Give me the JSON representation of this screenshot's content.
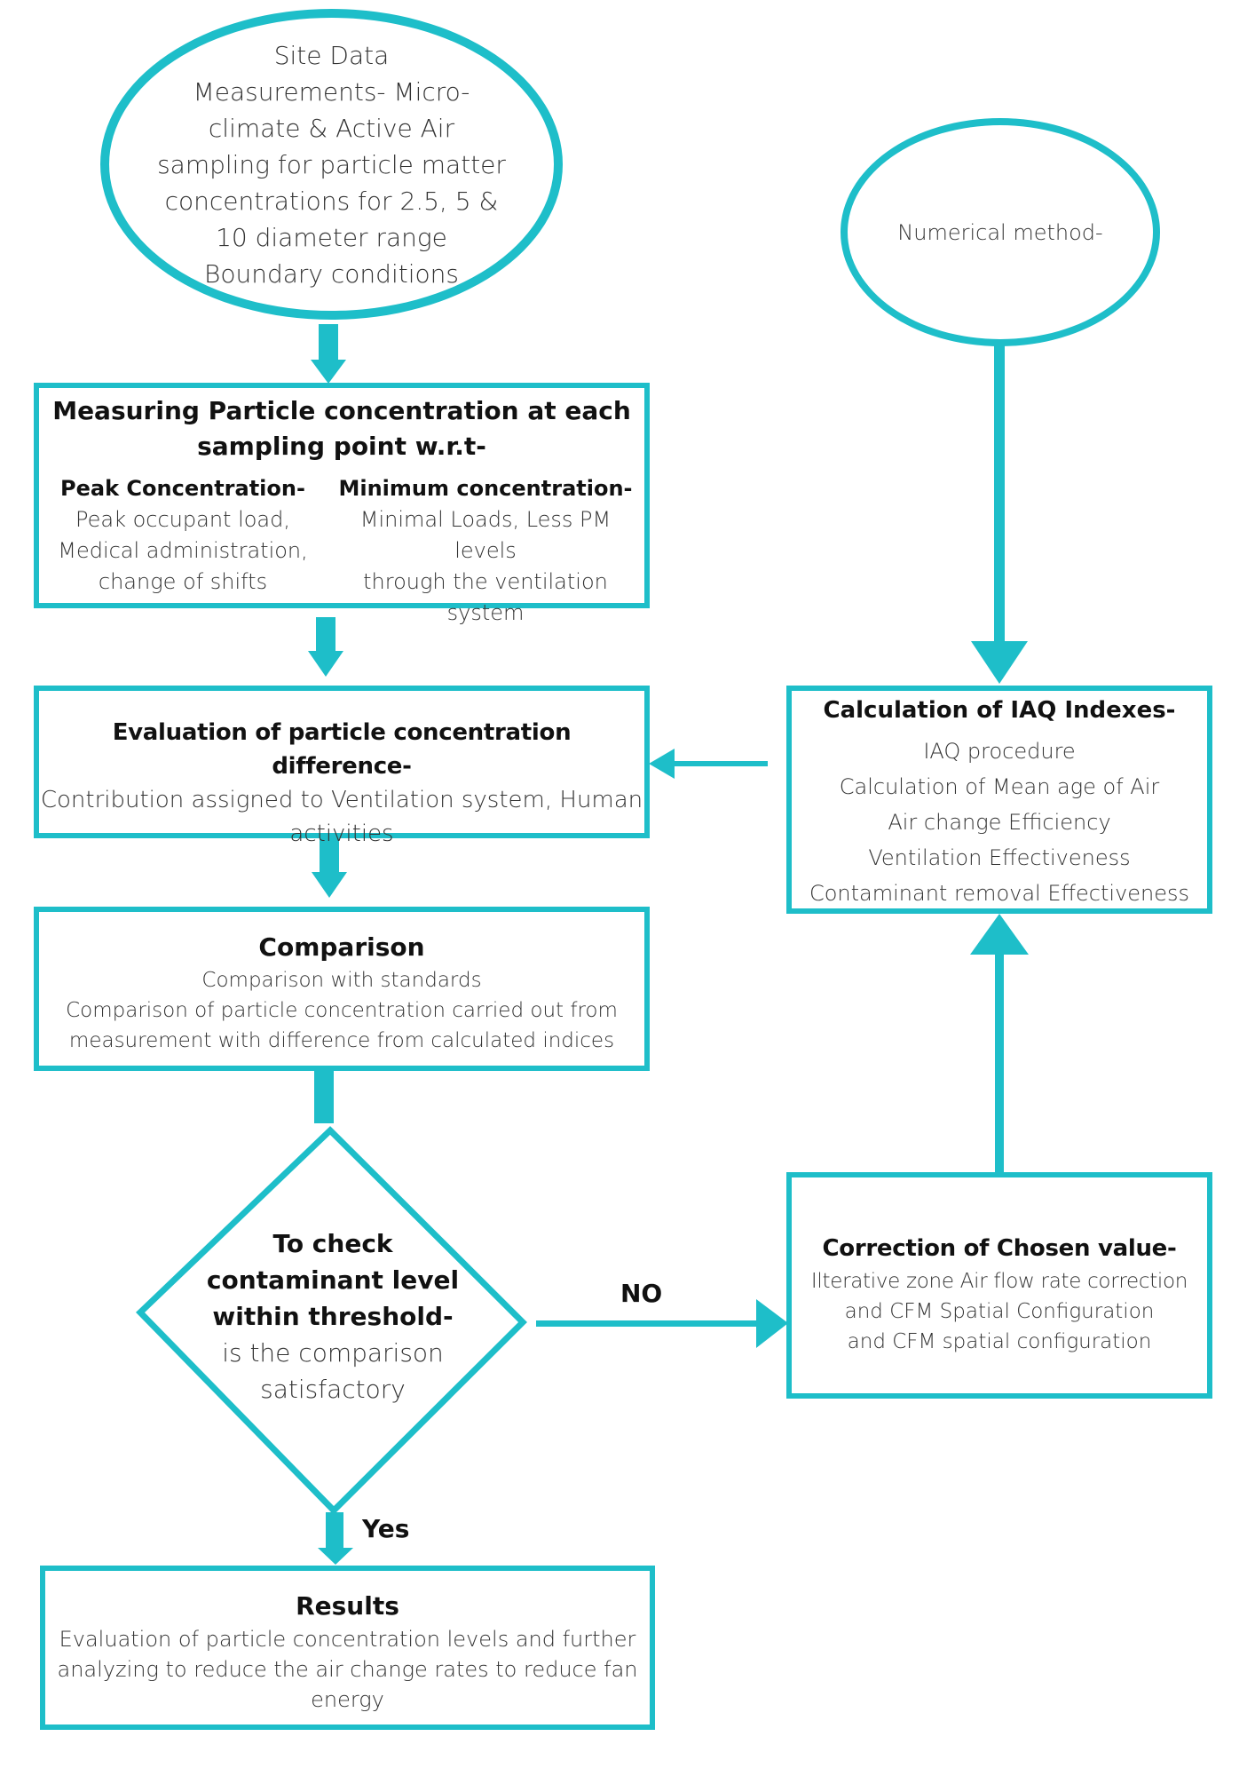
{
  "colors": {
    "accent": "#1ebec9",
    "text": "#1a1a1a"
  },
  "start": {
    "lines": [
      "Site Data",
      "Measurements- Micro-",
      "climate & Active Air",
      "sampling for particle matter",
      "concentrations  for 2.5, 5 &",
      "10 diameter range",
      "Boundary conditions"
    ]
  },
  "numerical": {
    "text": "Numerical method-"
  },
  "measuring": {
    "title_lines": [
      "Measuring Particle concentration at each",
      "sampling point w.r.t-"
    ],
    "peak": {
      "title": "Peak Concentration-",
      "lines": [
        "Peak occupant load,",
        "Medical administration,",
        "change of shifts"
      ]
    },
    "minimum": {
      "title": "Minimum concentration-",
      "lines": [
        "Minimal Loads, Less PM levels",
        "through the ventilation",
        "system"
      ]
    }
  },
  "evaluation": {
    "title": "Evaluation of particle concentration difference-",
    "lines": [
      "Contribution assigned to Ventilation system, Human",
      "activities"
    ]
  },
  "iaq": {
    "title": "Calculation of IAQ Indexes-",
    "items": [
      "IAQ procedure",
      "Calculation of Mean age of Air",
      "Air change Efficiency",
      "Ventilation Effectiveness",
      "Contaminant removal Effectiveness"
    ]
  },
  "comparison": {
    "title": "Comparison",
    "lines": [
      "Comparison with standards",
      "Comparison of particle concentration carried out from",
      "measurement with difference from calculated indices"
    ]
  },
  "decision": {
    "title_lines": [
      "To check",
      "contaminant level",
      "within threshold-"
    ],
    "lines": [
      "is the comparison",
      "satisfactory"
    ]
  },
  "correction": {
    "title": "Correction of Chosen value-",
    "lines": [
      "Ilterative zone Air flow rate correction",
      "and CFM Spatial Configuration",
      "and CFM spatial configuration"
    ]
  },
  "results": {
    "title": "Results",
    "lines": [
      "Evaluation of particle concentration levels and further",
      "analyzing to reduce the air change rates to reduce fan",
      "energy"
    ]
  },
  "labels": {
    "no": "NO",
    "yes": "Yes"
  }
}
